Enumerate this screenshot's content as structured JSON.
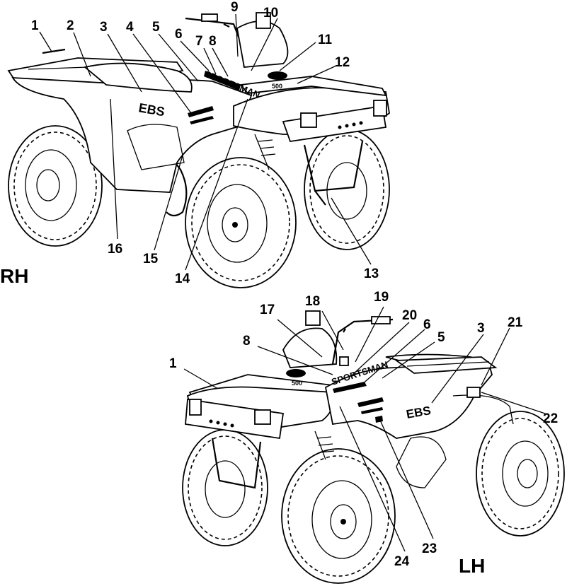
{
  "side_labels": {
    "rh": "RH",
    "lh": "LH"
  },
  "rh_callouts": [
    "1",
    "2",
    "3",
    "4",
    "5",
    "6",
    "7",
    "8",
    "9",
    "10",
    "11",
    "12",
    "13",
    "14",
    "15",
    "16"
  ],
  "lh_callouts": [
    "1",
    "3",
    "5",
    "6",
    "8",
    "17",
    "18",
    "19",
    "20",
    "21",
    "22",
    "23",
    "24"
  ],
  "decals": {
    "sportsman": "SPORTSMAN",
    "ebs": "EBS",
    "model": "500"
  }
}
